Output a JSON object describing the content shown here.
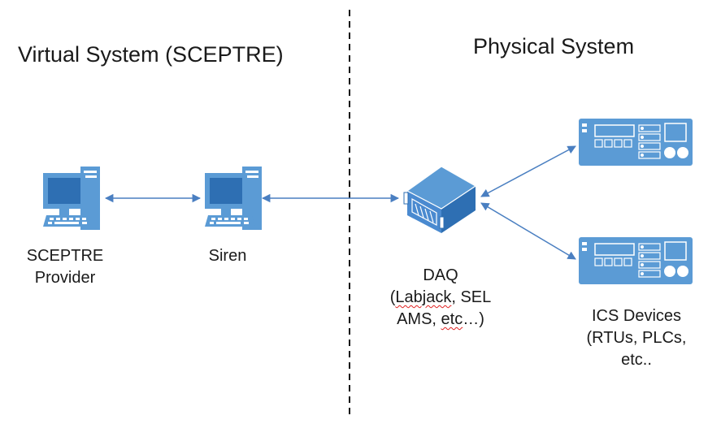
{
  "headings": {
    "virtual": "Virtual System (SCEPTRE)",
    "physical": "Physical System"
  },
  "nodes": {
    "sceptre_provider": {
      "line1": "SCEPTRE",
      "line2": "Provider"
    },
    "siren": {
      "line1": "Siren"
    },
    "daq": {
      "line1": "DAQ",
      "line2a": "(",
      "line2b": "Labjack",
      "line2c": ", SEL",
      "line3a": "AMS, ",
      "line3b": "etc",
      "line3c": "…)"
    },
    "ics_devices": {
      "line1": "ICS Devices",
      "line2": "(RTUs, PLCs,",
      "line3": "etc.."
    }
  },
  "colors": {
    "icon_blue": "#5b9bd5",
    "icon_dark": "#2e6fb3",
    "arrow": "#4a7fc1",
    "divider": "#111111"
  }
}
